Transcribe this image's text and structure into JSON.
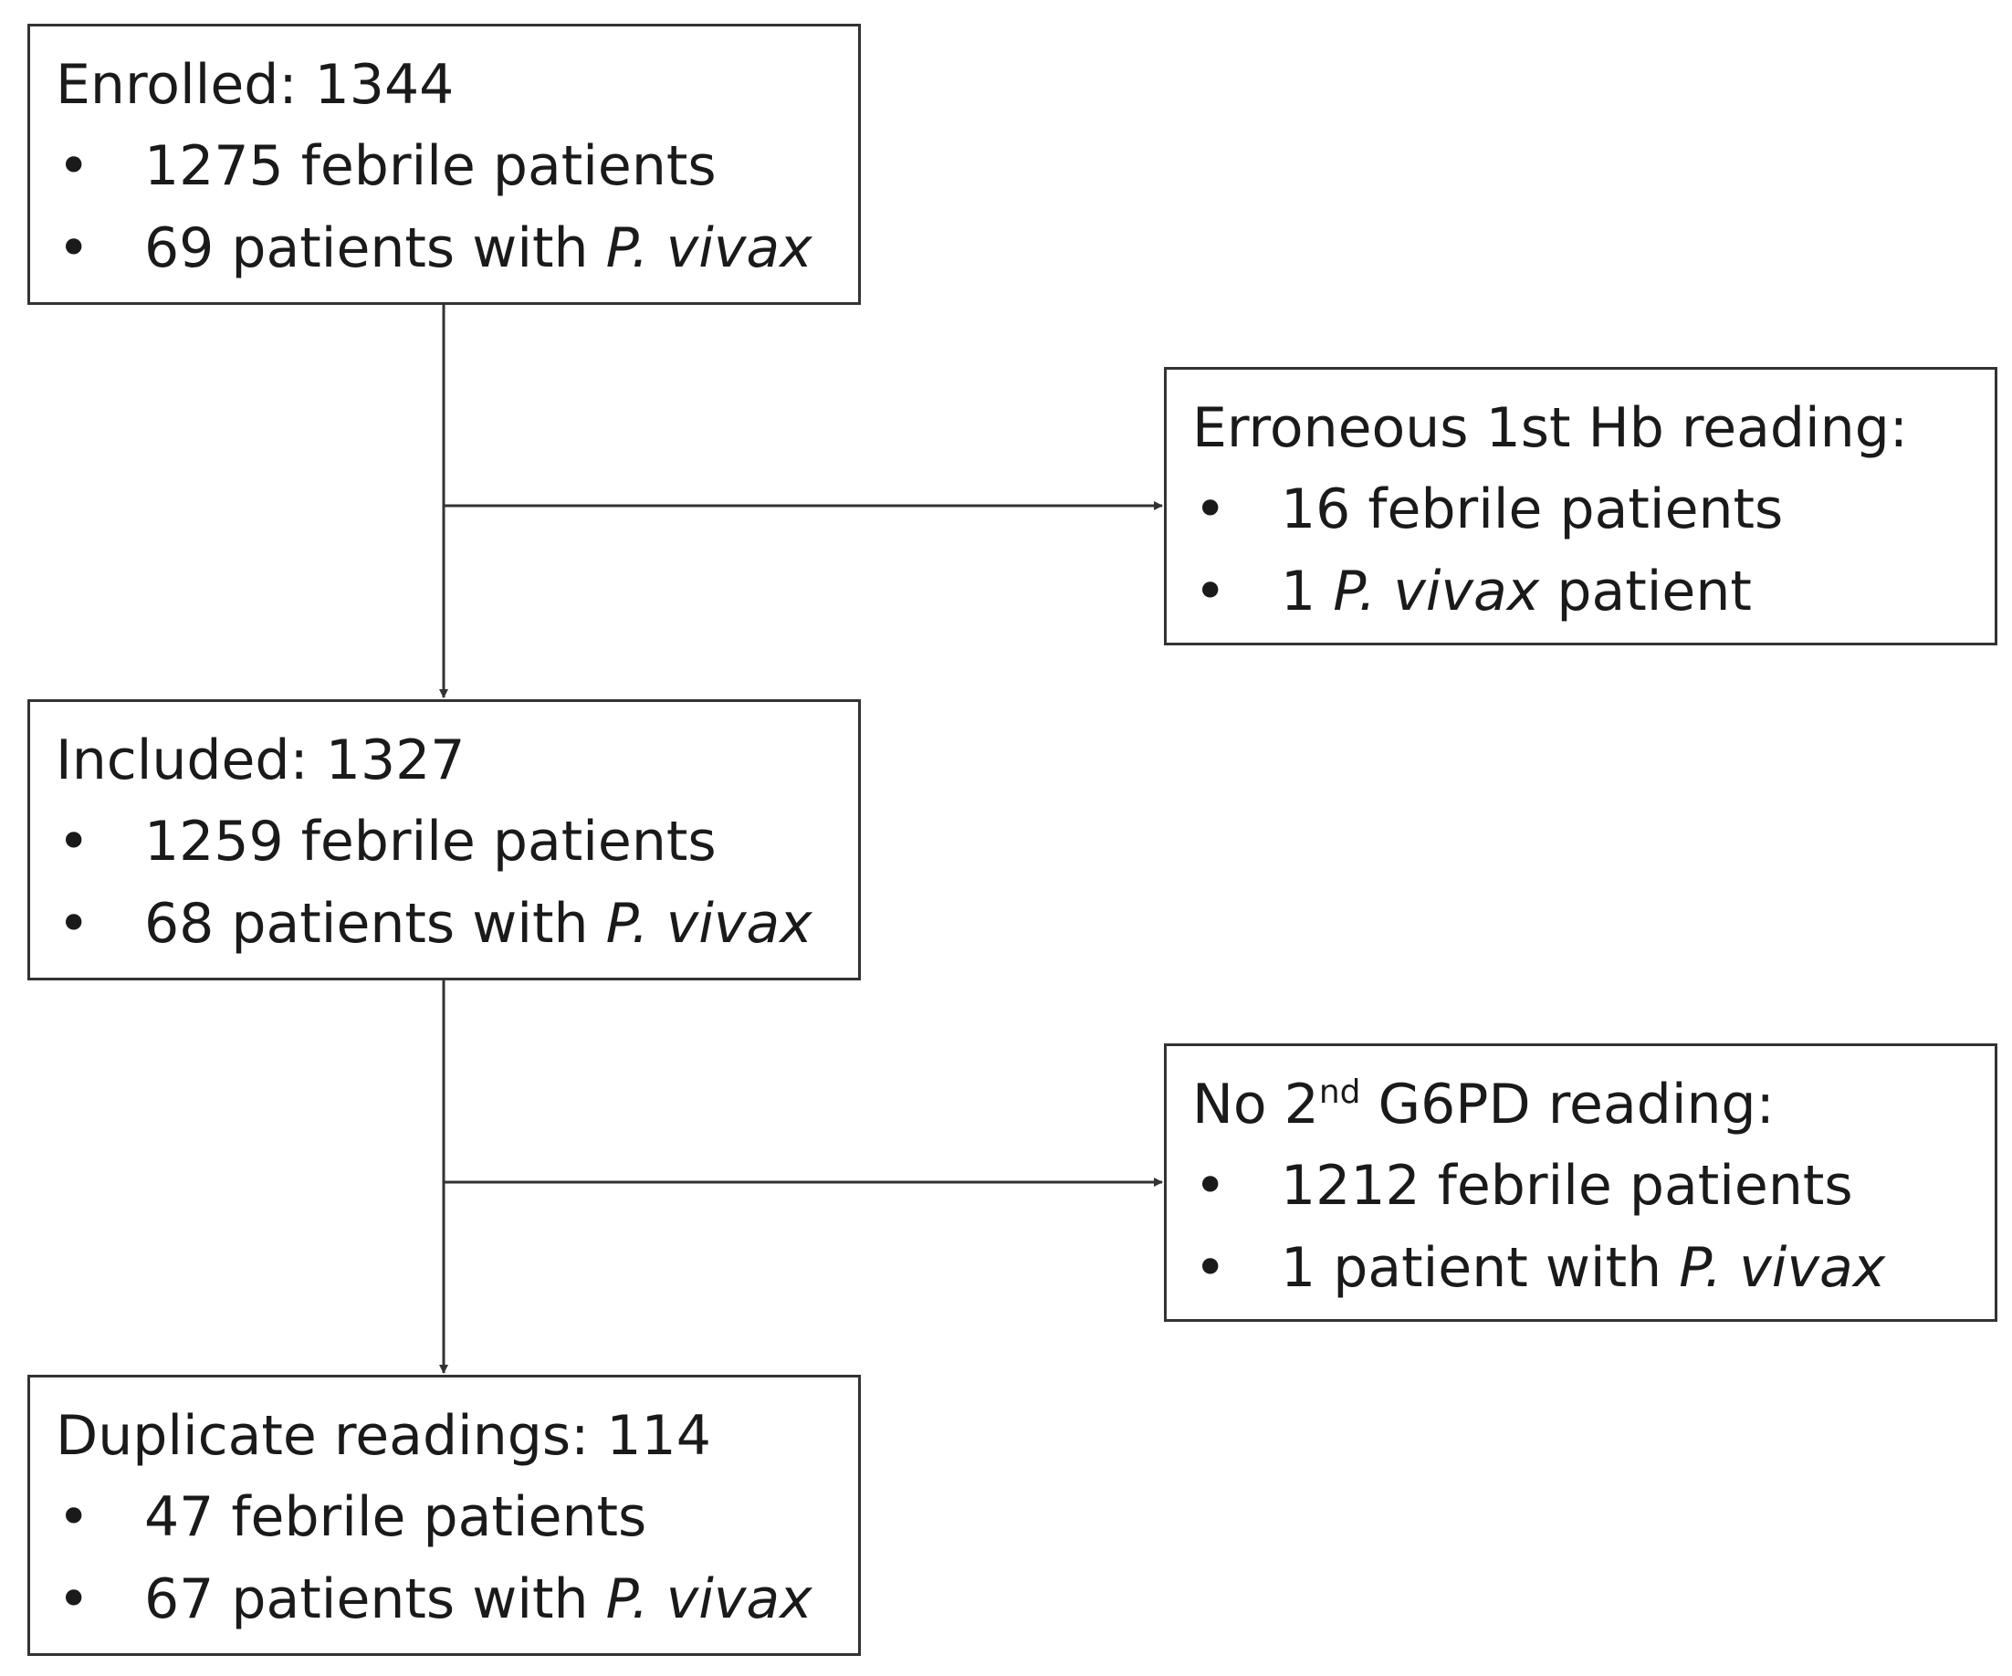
{
  "enrolled": {
    "title": "Enrolled: 1344",
    "items": [
      {
        "bullet": "•",
        "pre": "1275 febrile patients",
        "italic": "",
        "post": ""
      },
      {
        "bullet": "•",
        "pre": "69 patients with ",
        "italic": "P. vivax",
        "post": ""
      }
    ]
  },
  "excluded_hb": {
    "title": "Erroneous 1st Hb reading:",
    "items": [
      {
        "bullet": "•",
        "pre": "16 febrile patients",
        "italic": "",
        "post": ""
      },
      {
        "bullet": "•",
        "pre": "1 ",
        "italic": "P. vivax",
        "post": " patient"
      }
    ]
  },
  "included": {
    "title": "Included: 1327",
    "items": [
      {
        "bullet": "•",
        "pre": "1259 febrile patients",
        "italic": "",
        "post": ""
      },
      {
        "bullet": "•",
        "pre": "68 patients with ",
        "italic": "P. vivax",
        "post": ""
      }
    ]
  },
  "excluded_g6pd": {
    "title_pre": "No 2",
    "title_sup": "nd",
    "title_post": " G6PD reading:",
    "items": [
      {
        "bullet": "•",
        "pre": "1212 febrile patients",
        "italic": "",
        "post": ""
      },
      {
        "bullet": "•",
        "pre": "1 patient with ",
        "italic": "P. vivax",
        "post": ""
      }
    ]
  },
  "duplicate": {
    "title": "Duplicate readings: 114",
    "items": [
      {
        "bullet": "•",
        "pre": "47 febrile patients",
        "italic": "",
        "post": ""
      },
      {
        "bullet": "•",
        "pre": "67 patients with ",
        "italic": "P. vivax",
        "post": ""
      }
    ]
  },
  "colors": {
    "line": "#333333",
    "text": "#1a1a1a",
    "background": "#ffffff"
  }
}
